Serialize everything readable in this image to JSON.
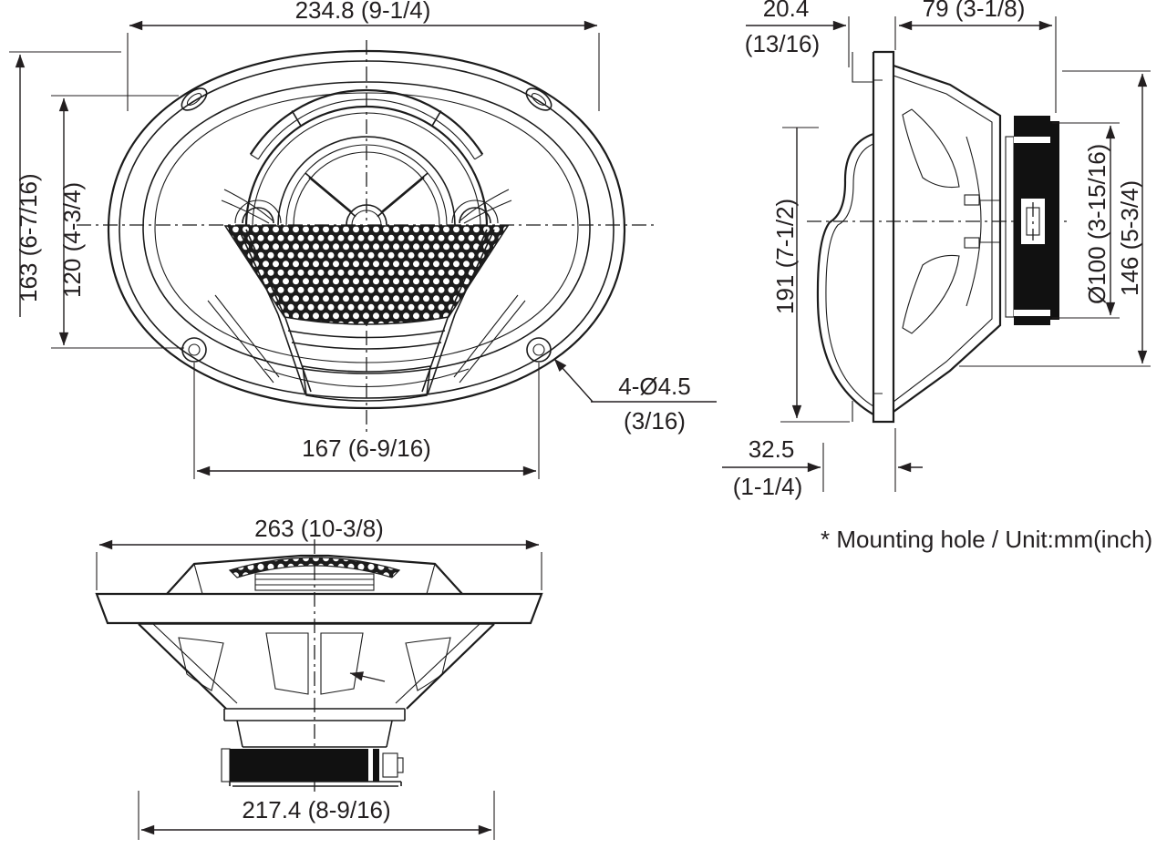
{
  "note": {
    "text": "* Mounting hole / Unit:mm(inch)"
  },
  "views": {
    "front": {
      "dims": {
        "width": "234.8 (9-1/4)",
        "height": "163 (6-7/16)",
        "hole_spacing_vertical": "120 (4-3/4)",
        "hole_spacing_horizontal": "167 (6-9/16)",
        "mounting_hole_spec": "4-Ø4.5",
        "mounting_hole_spec_inch": "(3/16)"
      }
    },
    "side": {
      "dims": {
        "protrusion_mm": "20.4",
        "protrusion_inch": "(13/16)",
        "mounting_depth": "79 (3-1/8)",
        "overall_height": "191 (7-1/2)",
        "magnet_diameter": "Ø100 (3-15/16)",
        "rear_frame_height": "146 (5-3/4)",
        "bottom_lip_mm": "32.5",
        "bottom_lip_inch": "(1-1/4)"
      }
    },
    "bottom": {
      "dims": {
        "overall_width": "263 (10-3/8)",
        "basket_width": "217.4 (8-9/16)"
      }
    }
  }
}
